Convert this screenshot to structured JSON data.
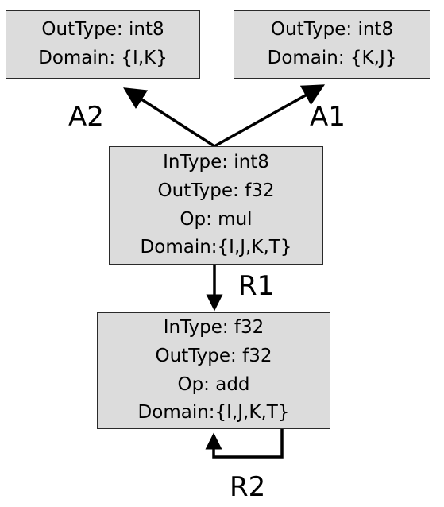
{
  "nodes": {
    "a2": {
      "outtype": "OutType: int8",
      "domain": "Domain: {I,K}"
    },
    "a1": {
      "outtype": "OutType: int8",
      "domain": "Domain: {K,J}"
    },
    "mul": {
      "intype": "InType: int8",
      "outtype": "OutType: f32",
      "op": "Op: mul",
      "domain": "Domain:{I,J,K,T}"
    },
    "add": {
      "intype": "InType: f32",
      "outtype": "OutType: f32",
      "op": "Op: add",
      "domain": "Domain:{I,J,K,T}"
    }
  },
  "edges": {
    "a2": "A2",
    "a1": "A1",
    "r1": "R1",
    "r2": "R2"
  },
  "colors": {
    "node_fill": "#dcdcdc",
    "node_border": "#2a2a2a",
    "edge": "#000000"
  }
}
